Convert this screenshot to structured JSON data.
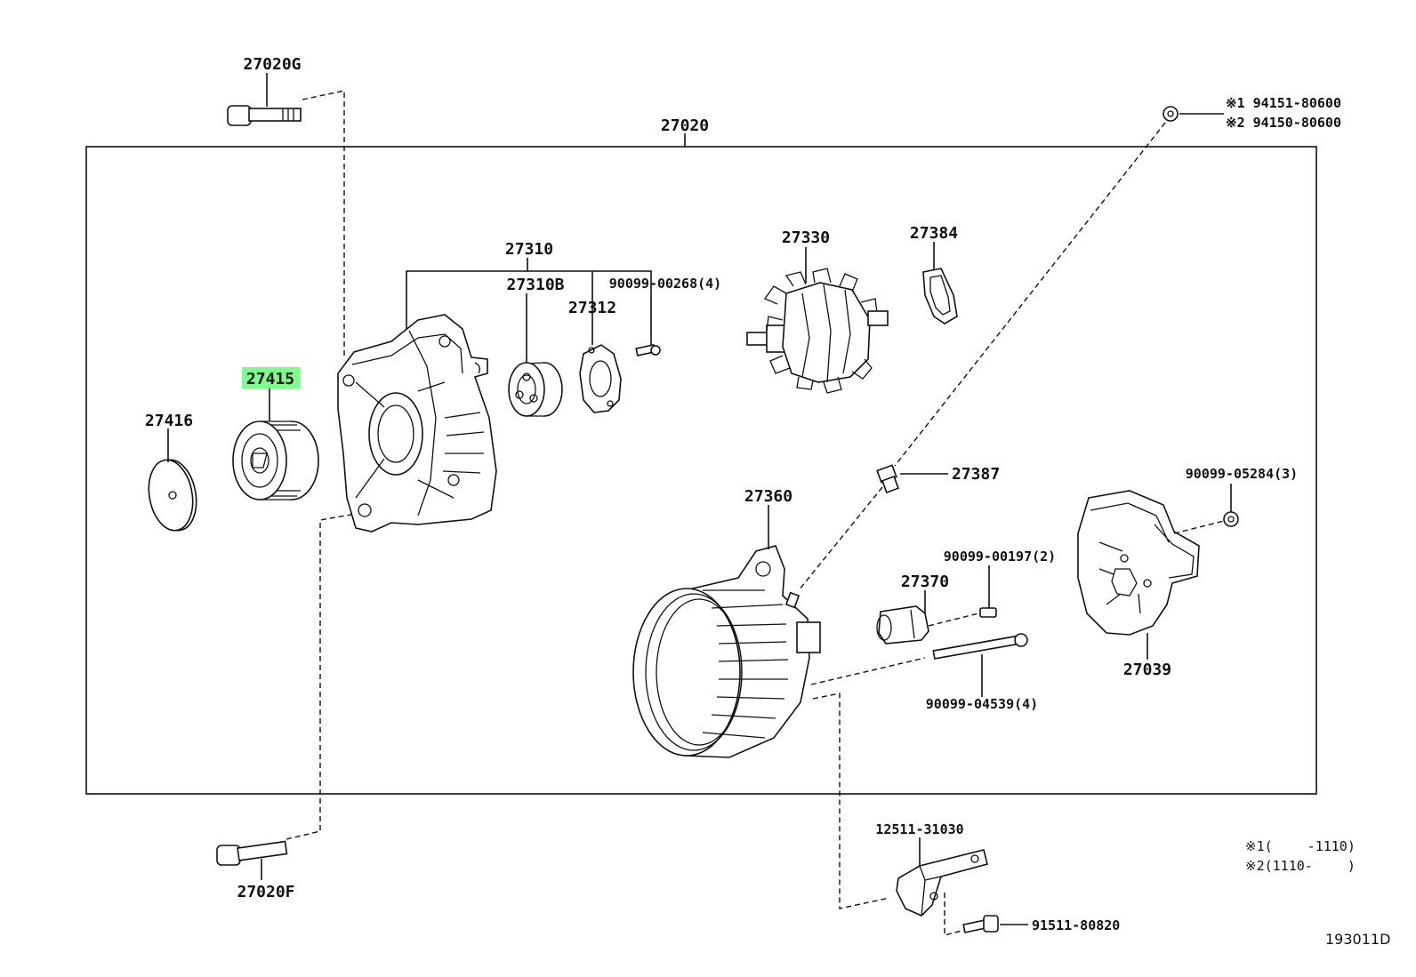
{
  "diagram": {
    "assembly_label": "27020",
    "highlight_color": "#7CFC8A",
    "parts": {
      "p27020G": "27020G",
      "p27020F": "27020F",
      "p27416": "27416",
      "p27415": "27415",
      "p27310": "27310",
      "p27310B": "27310B",
      "p27312": "27312",
      "p90099_00268": "90099-00268(4)",
      "p27330": "27330",
      "p27384": "27384",
      "p27387": "27387",
      "p27360": "27360",
      "p27370": "27370",
      "p90099_00197": "90099-00197(2)",
      "p90099_04539": "90099-04539(4)",
      "p90099_05284": "90099-05284(3)",
      "p27039": "27039",
      "p12511_31030": "12511-31030",
      "p91511_80820": "91511-80820",
      "p94151": "※1 94151-80600",
      "p94150": "※2 94150-80600"
    },
    "highlighted_part": "27415",
    "notes": {
      "note1": "※1(　　 -1110)",
      "note2": "※2(1110-　　 )"
    },
    "reference_code": "193011D"
  }
}
